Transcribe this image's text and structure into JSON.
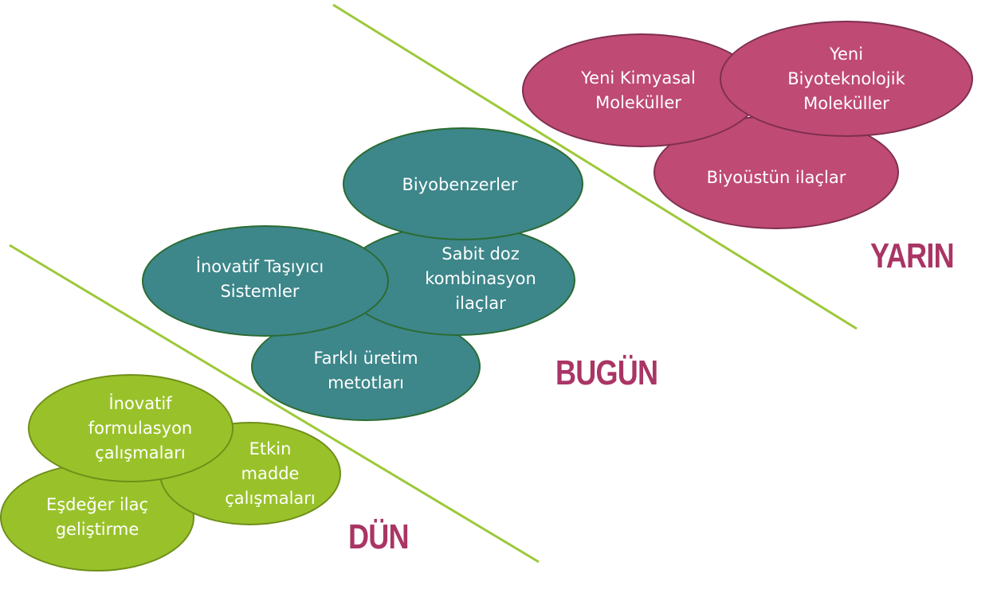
{
  "eras": {
    "yarin": "YARIN",
    "bugun": "BUGÜN",
    "dun": "DÜN"
  },
  "yarin_items": {
    "kimyasal": "Yeni Kimyasal\nMoleküller",
    "biyoteknolojik": "Yeni\nBiyoteknolojik\nMoleküller",
    "biyoustun": "Biyoüstün ilaçlar"
  },
  "bugun_items": {
    "biyobenzerler": "Biyobenzerler",
    "sabit_doz": "Sabit doz\nkombinasyon\nilaçlar",
    "inovatif_tasiyici": "İnovatif Taşıyıcı\nSistemler",
    "farkli_uretim": "Farklı üretim\nmetotları"
  },
  "dun_items": {
    "inovatif_formulasyon": "İnovatif\nformulasyon\nçalışmaları",
    "etkin_madde": "Etkin\nmadde\nçalışmaları",
    "esdeger_ilac": "Eşdeğer ilaç\ngeliştirme"
  },
  "colors": {
    "yarin": "#bf4a74",
    "bugun": "#3d868a",
    "dun": "#99c22a",
    "divider": "#9cc93a",
    "era_text": "#a93565"
  }
}
